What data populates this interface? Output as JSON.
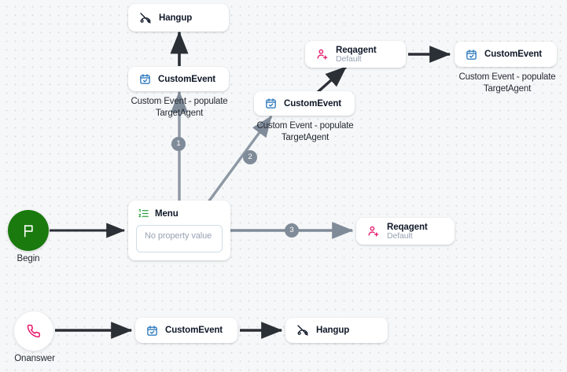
{
  "canvas": {
    "background_color": "#f6f7f8",
    "grid_dot_color": "#d8dde2"
  },
  "palette": {
    "begin_green": "#1a7a0e",
    "menu_green": "#2f9e44",
    "custom_event_blue": "#1d6fb8",
    "reqagent_pink": "#e6176b",
    "hangup_black": "#101828",
    "edge_dark": "#2b2f36",
    "edge_gray": "#808b99",
    "badge_gray": "#808b99",
    "text_dark": "#242a33",
    "text_muted": "#98a2b3"
  },
  "nodes": {
    "begin": {
      "caption": "Begin",
      "icon": "flag-icon"
    },
    "onanswer": {
      "caption": "Onanswer",
      "icon": "phone-icon"
    },
    "menu": {
      "title": "Menu",
      "icon": "numbered-list-icon",
      "property_placeholder": "No property value"
    },
    "hangup_top": {
      "title": "Hangup",
      "icon": "hangup-icon"
    },
    "hangup_bottom": {
      "title": "Hangup",
      "icon": "hangup-icon"
    },
    "custom_event_branch1": {
      "title": "CustomEvent",
      "icon": "calendar-check-icon"
    },
    "custom_event_branch2": {
      "title": "CustomEvent",
      "icon": "calendar-check-icon"
    },
    "custom_event_right": {
      "title": "CustomEvent",
      "icon": "calendar-check-icon"
    },
    "custom_event_bottom": {
      "title": "CustomEvent",
      "icon": "calendar-check-icon"
    },
    "reqagent_top": {
      "title": "Reqagent",
      "subtitle": "Default",
      "icon": "person-add-icon"
    },
    "reqagent_branch3": {
      "title": "Reqagent",
      "subtitle": "Default",
      "icon": "person-add-icon"
    }
  },
  "edge_labels": {
    "branch1": "Custom Event - populate TargetAgent",
    "branch2": "Custom Event - populate TargetAgent",
    "right": "Custom Event - populate TargetAgent"
  },
  "badges": {
    "one": "1",
    "two": "2",
    "three": "3"
  }
}
